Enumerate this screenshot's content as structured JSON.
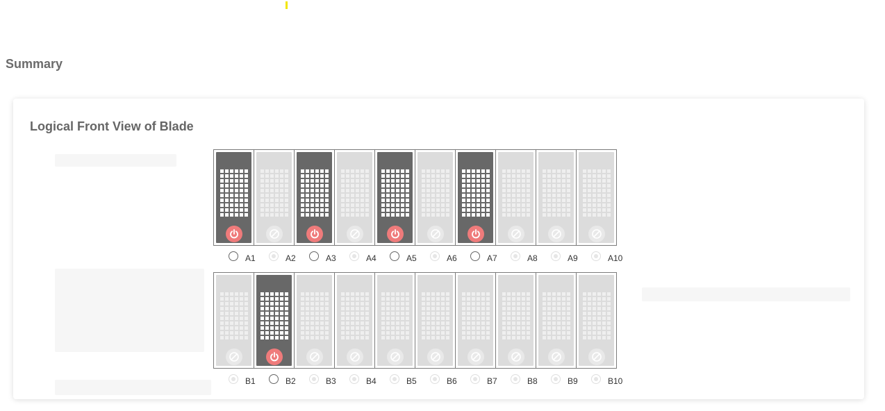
{
  "page": {
    "title": "Summary"
  },
  "card": {
    "title": "Logical Front View of Blade"
  },
  "colors": {
    "power_on": "#ef7b7b",
    "blade_on": "#686868",
    "blade_empty": "#dcdcdc"
  },
  "rows": [
    {
      "id": "a",
      "slots": [
        {
          "label": "A1",
          "powered": true,
          "icon": "power-icon"
        },
        {
          "label": "A2",
          "powered": false,
          "icon": "disabled-icon"
        },
        {
          "label": "A3",
          "powered": true,
          "icon": "power-icon"
        },
        {
          "label": "A4",
          "powered": false,
          "icon": "disabled-icon"
        },
        {
          "label": "A5",
          "powered": true,
          "icon": "power-icon"
        },
        {
          "label": "A6",
          "powered": false,
          "icon": "disabled-icon"
        },
        {
          "label": "A7",
          "powered": true,
          "icon": "power-icon"
        },
        {
          "label": "A8",
          "powered": false,
          "icon": "disabled-icon"
        },
        {
          "label": "A9",
          "powered": false,
          "icon": "disabled-icon"
        },
        {
          "label": "A10",
          "powered": false,
          "icon": "disabled-icon"
        }
      ]
    },
    {
      "id": "b",
      "slots": [
        {
          "label": "B1",
          "powered": false,
          "icon": "disabled-icon"
        },
        {
          "label": "B2",
          "powered": true,
          "icon": "power-icon"
        },
        {
          "label": "B3",
          "powered": false,
          "icon": "disabled-icon"
        },
        {
          "label": "B4",
          "powered": false,
          "icon": "disabled-icon"
        },
        {
          "label": "B5",
          "powered": false,
          "icon": "disabled-icon"
        },
        {
          "label": "B6",
          "powered": false,
          "icon": "disabled-icon"
        },
        {
          "label": "B7",
          "powered": false,
          "icon": "disabled-icon"
        },
        {
          "label": "B8",
          "powered": false,
          "icon": "disabled-icon"
        },
        {
          "label": "B9",
          "powered": false,
          "icon": "disabled-icon"
        },
        {
          "label": "B10",
          "powered": false,
          "icon": "disabled-icon"
        }
      ]
    }
  ]
}
